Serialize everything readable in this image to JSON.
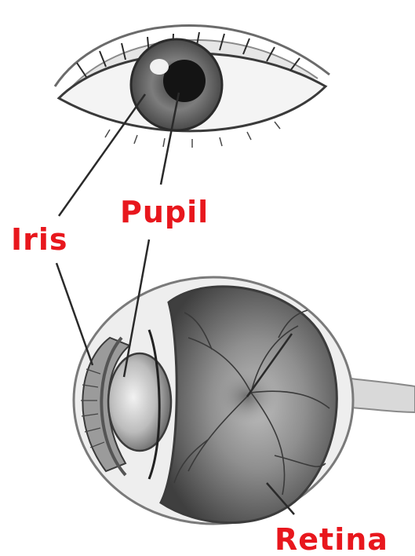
{
  "labels": {
    "iris": "Iris",
    "pupil": "Pupil",
    "retina": "Retina"
  },
  "colors": {
    "label": "#e8171d",
    "leader_line": "#2a2a2a",
    "background": "#ffffff"
  }
}
